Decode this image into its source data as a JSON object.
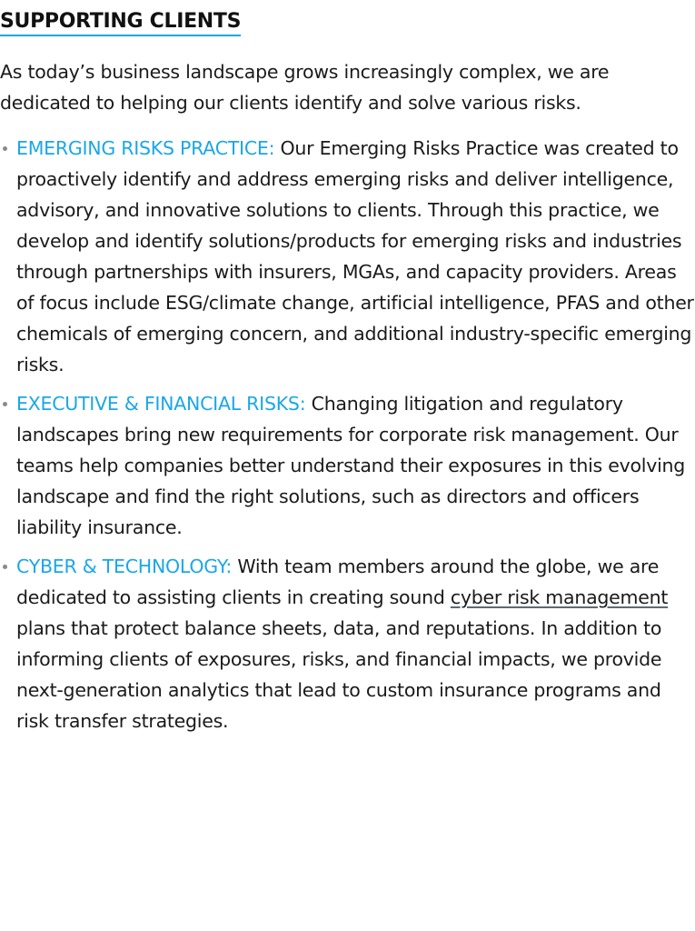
{
  "section": {
    "heading": "SUPPORTING CLIENTS",
    "intro": "As today’s business landscape grows increasingly complex, we are dedicated to helping our clients identify and solve various risks."
  },
  "items": [
    {
      "label": "EMERGING RISKS PRACTICE:",
      "text": " Our Emerging Risks Practice was created to proactively identify and address emerging risks and deliver intelligence, advisory, and innovative solutions to clients. Through this practice, we develop and identify solutions/products for emerging risks and industries through partnerships with insurers, MGAs, and capacity providers. Areas of focus include ESG/climate change, artificial intelligence, PFAS and other chemicals of emerging concern, and additional industry-specific emerging risks."
    },
    {
      "label": "EXECUTIVE & FINANCIAL RISKS:",
      "text": " Changing litigation and regulatory landscapes bring new requirements for corporate risk management. Our teams help companies better understand their exposures in this evolving landscape and find the right solutions, such as directors and officers liability insurance."
    },
    {
      "label": "CYBER & TECHNOLOGY:",
      "text_before_link": " With team members around the globe, we are dedicated to assisting clients in creating sound ",
      "link": "cyber risk management",
      "text_after_link": " plans that protect balance sheets, data, and reputations. In addition to informing clients of exposures, risks, and financial impacts, we provide next-generation analytics that lead to custom insurance programs and risk transfer strategies."
    }
  ],
  "colors": {
    "accent": "#1aa7e8",
    "text": "#1a1a1a",
    "bullet": "#8a8a8a"
  }
}
